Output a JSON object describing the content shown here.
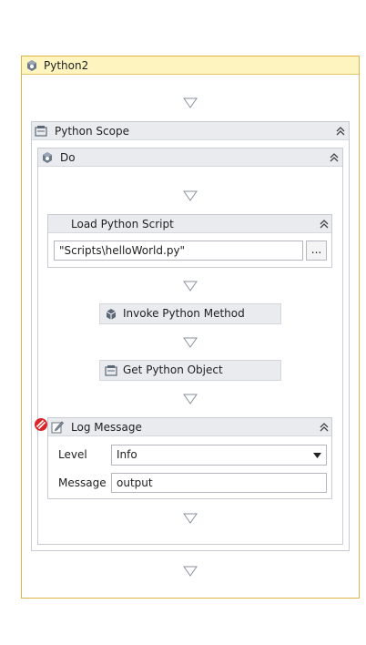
{
  "outer": {
    "title": "Python2"
  },
  "python_scope": {
    "title": "Python Scope"
  },
  "do_block": {
    "title": "Do"
  },
  "load_script": {
    "title": "Load Python Script",
    "path_value": "\"Scripts\\helloWorld.py\"",
    "browse_label": "..."
  },
  "invoke_method": {
    "title": "Invoke Python Method"
  },
  "get_object": {
    "title": "Get Python Object"
  },
  "log_message": {
    "title": "Log Message",
    "level_label": "Level",
    "level_value": "Info",
    "message_label": "Message",
    "message_value": "output"
  },
  "colors": {
    "outer_border": "#e0b34a",
    "outer_header": "#fdf4bf",
    "header_gray": "#e9ebef",
    "error_red": "#d9262c"
  }
}
